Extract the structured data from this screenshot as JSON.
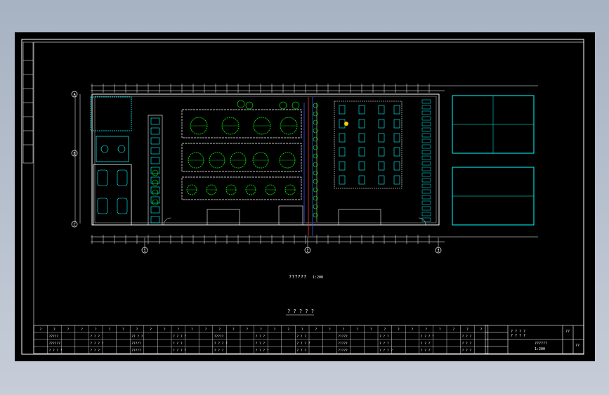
{
  "drawing": {
    "plan_label": "?????? ",
    "plan_label_suffix": "1:200",
    "title": "? ? ? ? ?",
    "grid_bubbles": [
      "1",
      "2",
      "3"
    ],
    "row_bubbles": [
      "A",
      "B",
      "C"
    ]
  },
  "legend": {
    "col_header": "?",
    "rows": [
      [
        "?????",
        "? ? ?",
        "?? ? ?",
        "? ? ? ?",
        "?????",
        "? ? ?",
        "? ? ?",
        "?????",
        "? ? ?",
        "? ? ? ?",
        "? ? ?"
      ],
      [
        "??????",
        "? ? ? ?",
        "?????",
        "? ? ?",
        "? ? ? ?",
        "? ? ?",
        "? ? ? ?",
        "?????",
        "? ? ?",
        "? ? ?",
        "? ? ?"
      ],
      [
        "? ? ? ?",
        "? ? ?",
        "?????",
        "? ? ? ?",
        "? ? ?",
        "? ? ? ?",
        "? ? ?",
        "?????",
        "? ? ? ?",
        "? ? ?",
        "? ? ?"
      ]
    ]
  },
  "title_block": {
    "cells": [
      "? ? ? ?",
      "? ? ? ?",
      "??????",
      "1:200",
      "??",
      "??"
    ]
  },
  "colors": {
    "line": "#ffffff",
    "equipment": "#00ffff",
    "tank": "#00ff00",
    "pipe_red": "#ff3333",
    "pipe_blue": "#3a5bff",
    "accent": "#ffcc00"
  }
}
